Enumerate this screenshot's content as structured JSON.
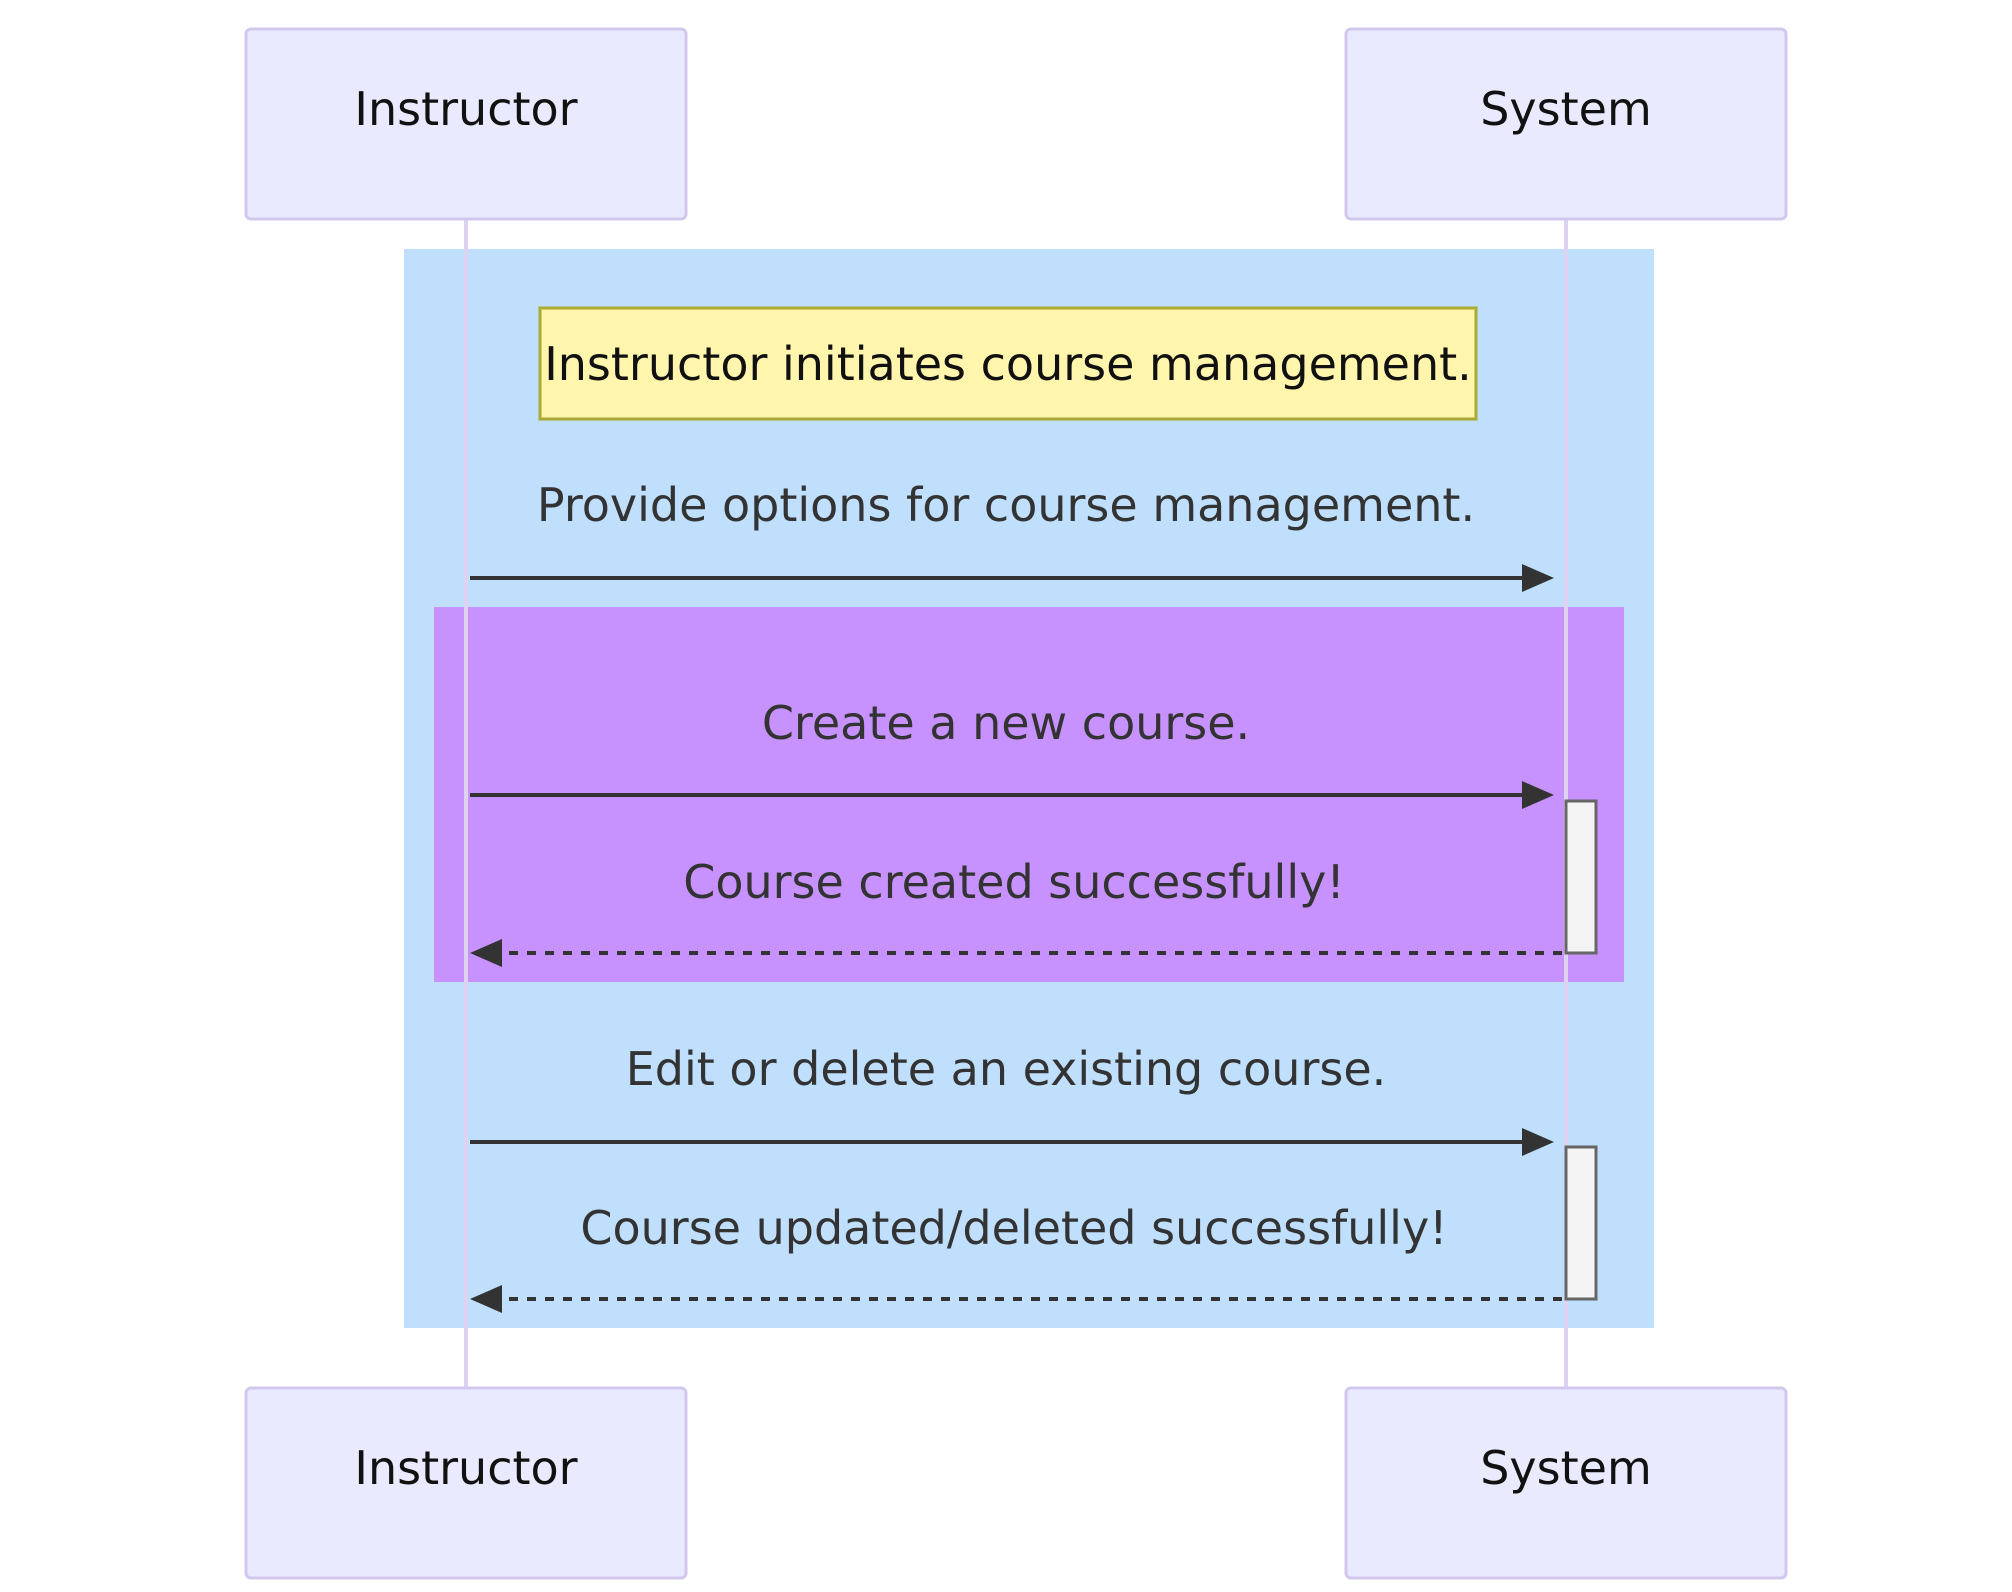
{
  "actors": {
    "instructor": {
      "label": "Instructor"
    },
    "system": {
      "label": "System"
    }
  },
  "note": {
    "text": "Instructor initiates course management."
  },
  "messages": [
    {
      "from": "instructor",
      "to": "system",
      "text": "Provide options for course management.",
      "style": "solid"
    },
    {
      "from": "instructor",
      "to": "system",
      "text": "Create a new course.",
      "style": "solid"
    },
    {
      "from": "system",
      "to": "instructor",
      "text": "Course created successfully!",
      "style": "dashed"
    },
    {
      "from": "instructor",
      "to": "system",
      "text": "Edit or delete an existing course.",
      "style": "solid"
    },
    {
      "from": "system",
      "to": "instructor",
      "text": "Course updated/deleted successfully!",
      "style": "dashed"
    }
  ],
  "colors": {
    "outer_region": "#bfdffc",
    "inner_region": "#c792fd",
    "actor_fill": "#eaeaff",
    "note_fill": "#fff5ad"
  }
}
